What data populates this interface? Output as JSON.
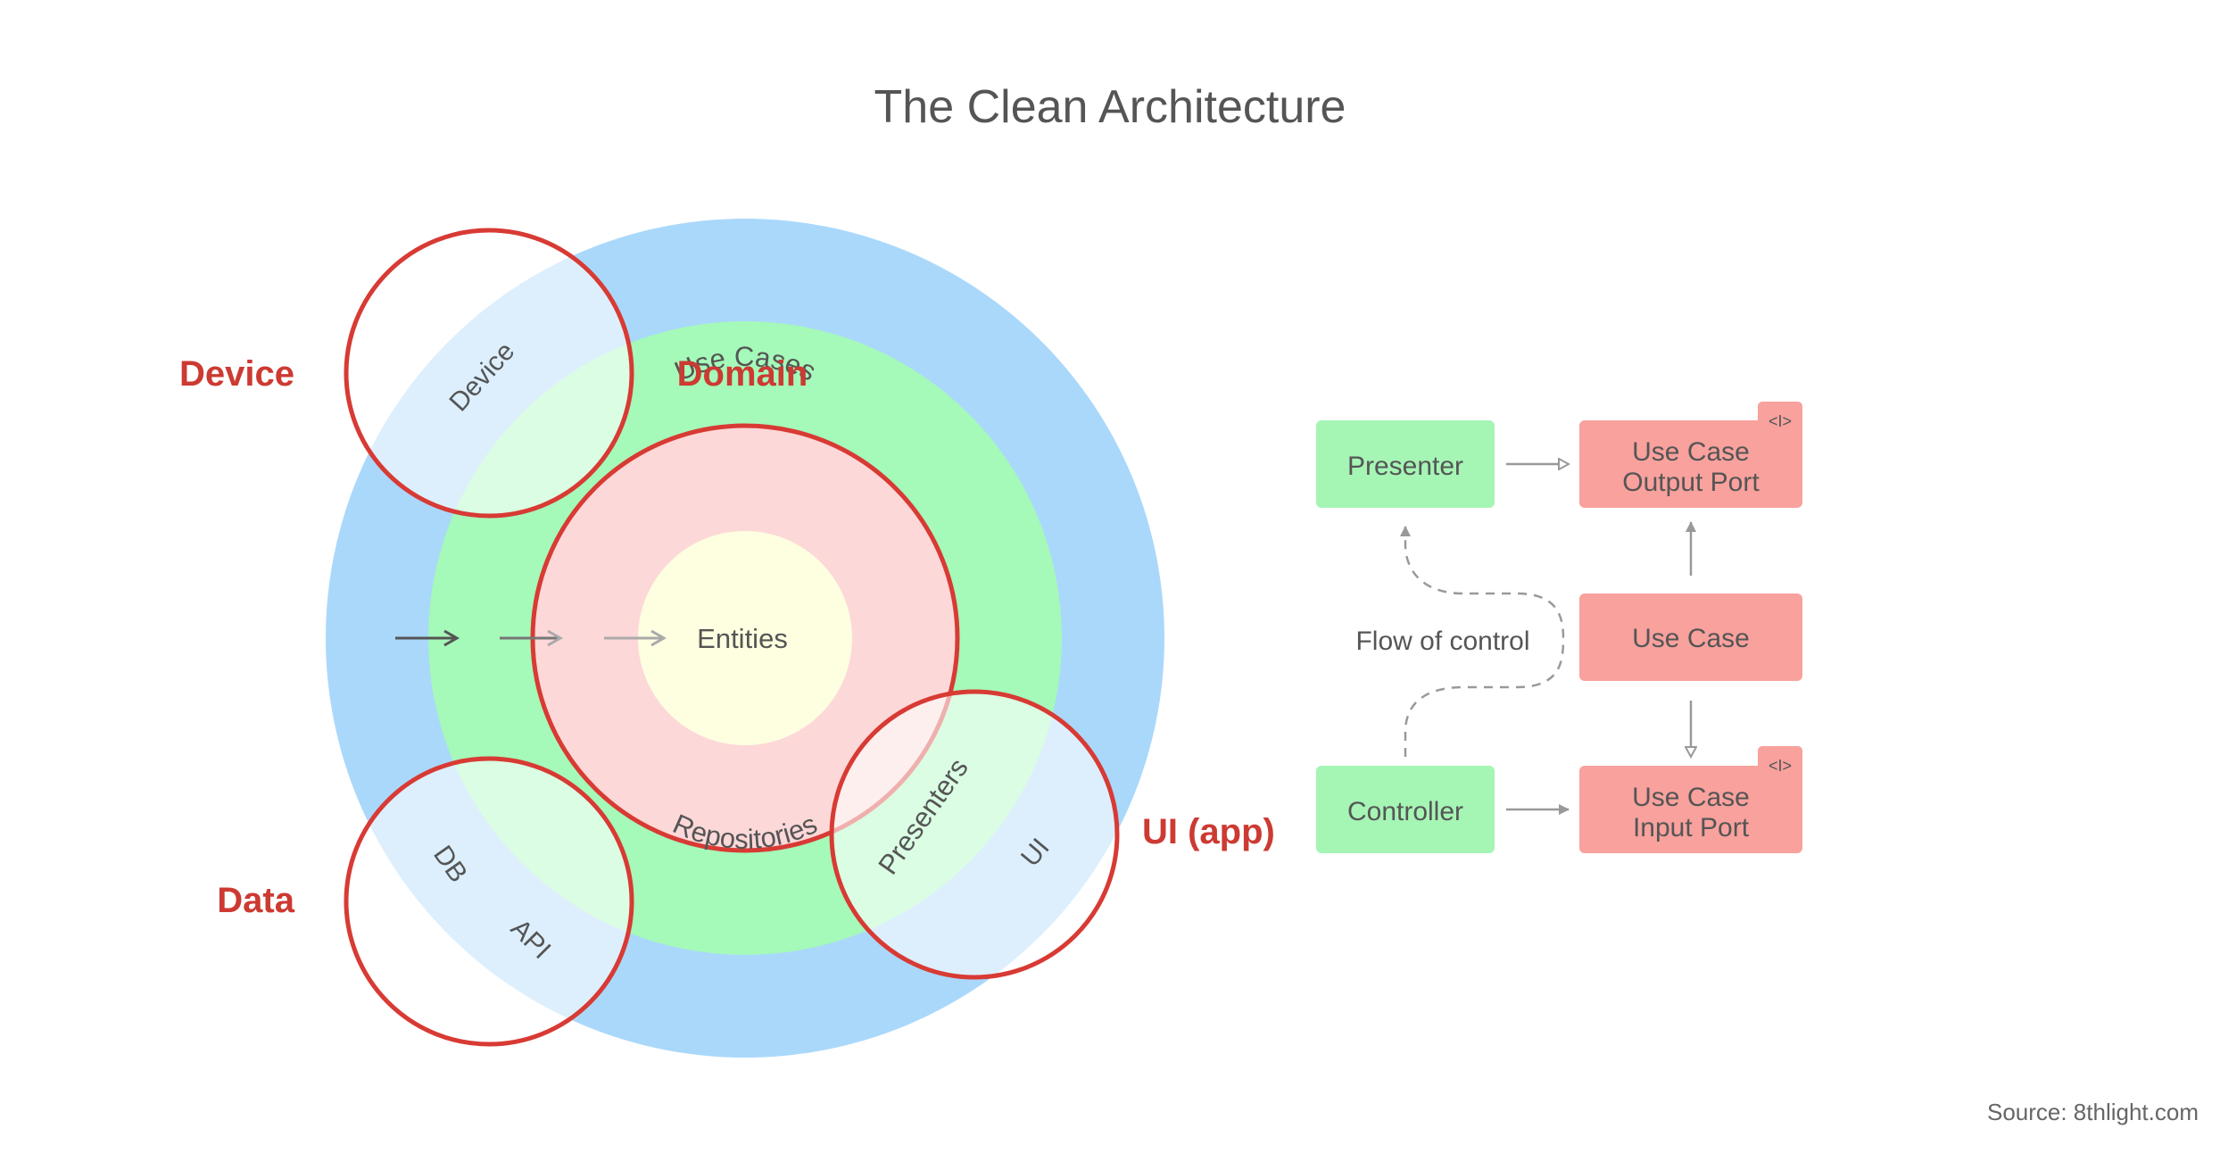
{
  "title": "The Clean Architecture",
  "source": "Source: 8thlight.com",
  "groups": {
    "device": "Device",
    "domain": "Domain",
    "data": "Data",
    "ui_app": "UI (app)"
  },
  "rings": {
    "entities": "Entities",
    "use_cases": "Use Cases",
    "repositories": "Repositories",
    "presenters": "Presenters",
    "device": "Device",
    "db": "DB",
    "api": "API",
    "ui": "UI"
  },
  "flow": {
    "presenter": "Presenter",
    "controller": "Controller",
    "use_case": "Use Case",
    "output_port_line1": "Use Case",
    "output_port_line2": "Output Port",
    "input_port_line1": "Use Case",
    "input_port_line2": "Input Port",
    "interface_tag": "<I>",
    "flow_of_control": "Flow of control"
  },
  "colors": {
    "outer_ring": "#aad8fb",
    "green_ring": "#a5f9b9",
    "pink_ring": "#fdd8d8",
    "core": "#fefee0",
    "highlight_red": "#d83a34",
    "group_label": "#cc3a32",
    "green_box": "#a5f5b5",
    "red_box": "#f8a19d",
    "text": "#555555"
  }
}
